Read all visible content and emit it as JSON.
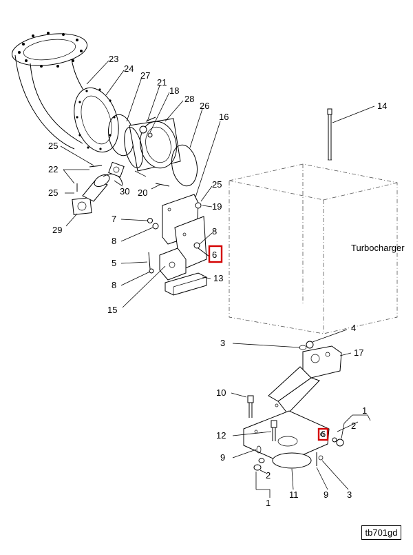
{
  "figure_id": "tb701gd",
  "component_label": "Turbocharger",
  "callouts": {
    "c1_right": "1",
    "c1_bottom": "1",
    "c2_right": "2",
    "c2_bottom": "2",
    "c3_upper": "3",
    "c3_lower": "3",
    "c4": "4",
    "c5": "5",
    "c6": "6",
    "c6_small": "6",
    "c7": "7",
    "c8_a": "8",
    "c8_b": "8",
    "c8_c": "8",
    "c9_left": "9",
    "c9_right": "9",
    "c10": "10",
    "c11": "11",
    "c12": "12",
    "c13": "13",
    "c14": "14",
    "c15": "15",
    "c16": "16",
    "c17": "17",
    "c18": "18",
    "c19": "19",
    "c20": "20",
    "c21": "21",
    "c22": "22",
    "c23": "23",
    "c24": "24",
    "c25_a": "25",
    "c25_b": "25",
    "c25_c": "25",
    "c26": "26",
    "c27": "27",
    "c28": "28",
    "c29": "29",
    "c30": "30"
  },
  "highlight_color": "#d40000"
}
